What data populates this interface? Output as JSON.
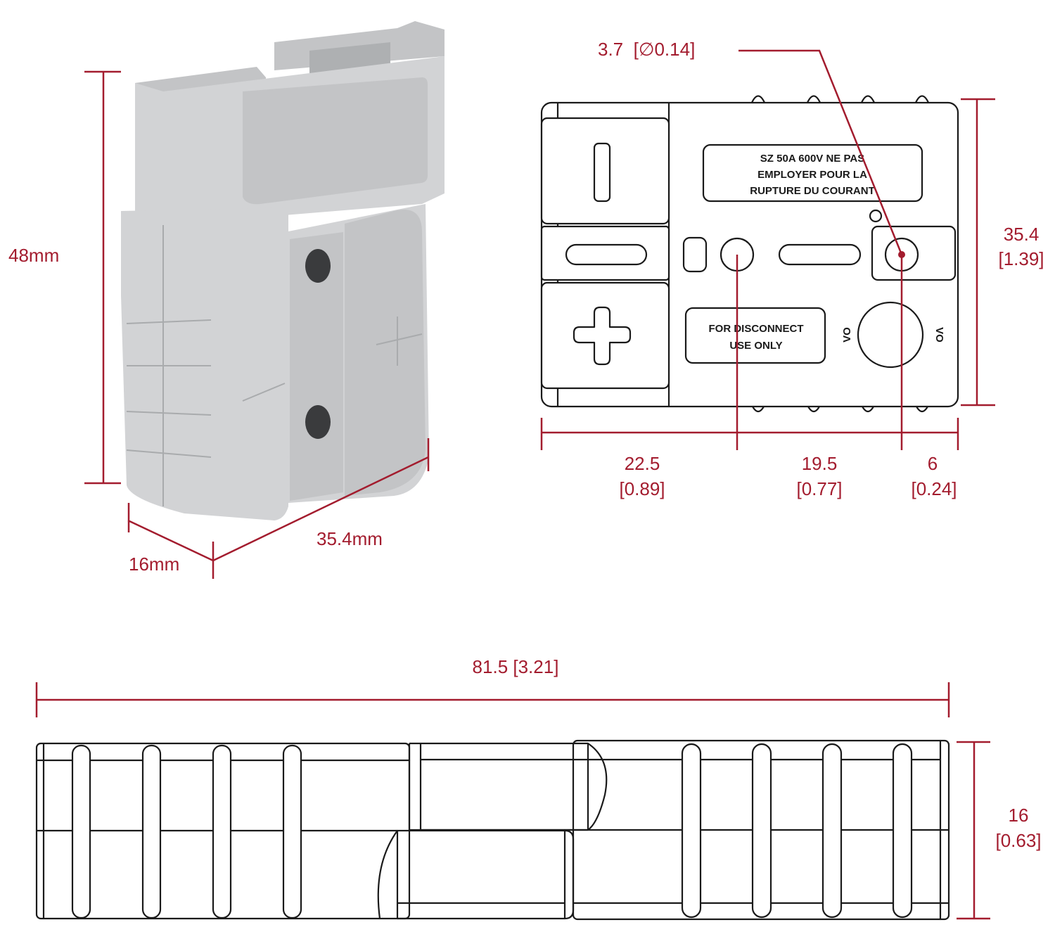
{
  "photo": {
    "height_label": "48mm",
    "depth_label": "16mm",
    "width_label": "35.4mm"
  },
  "front_view": {
    "hole_label": "3.7  [∅0.14]",
    "label_top": [
      "SZ 50A 600V NE PAS",
      "EMPLOYER POUR LA",
      "RUPTURE DU COURANT"
    ],
    "label_disconnect": [
      "FOR DISCONNECT",
      "USE ONLY"
    ],
    "vo_left": "VO",
    "vo_right": "VO",
    "height_mm": "35.4",
    "height_in": "[1.39]",
    "seg1_mm": "22.5",
    "seg1_in": "[0.89]",
    "seg2_mm": "19.5",
    "seg2_in": "[0.77]",
    "seg3_mm": "6",
    "seg3_in": "[0.24]"
  },
  "side_view": {
    "length_label": "81.5 [3.21]",
    "height_mm": "16",
    "height_in": "[0.63]"
  },
  "colors": {
    "dimension": "#a31c2e",
    "outline": "#1a1a1a",
    "housing": "#d2d3d5"
  }
}
